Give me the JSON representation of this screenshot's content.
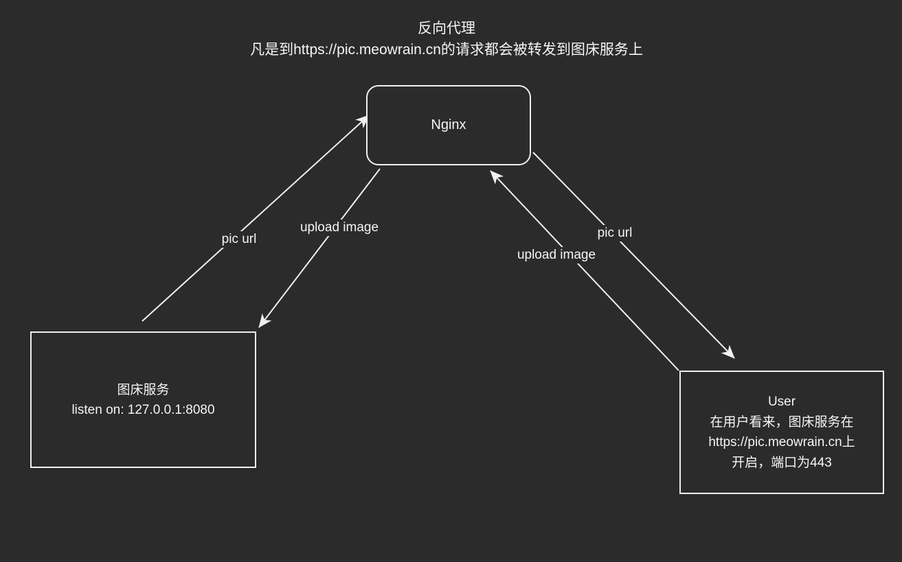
{
  "colors": {
    "background": "#2b2b2b",
    "stroke": "#f0f0f0",
    "text": "#f5f5f5"
  },
  "title": {
    "line1": "反向代理",
    "line2": "凡是到https://pic.meowrain.cn的请求都会被转发到图床服务上"
  },
  "nodes": {
    "nginx": {
      "label": "Nginx"
    },
    "image_host": {
      "name": "图床服务",
      "detail": "listen on: 127.0.0.1:8080"
    },
    "user": {
      "name": "User",
      "detail1": "在用户看来，图床服务在",
      "detail2": "https://pic.meowrain.cn上",
      "detail3": "开启，端口为443"
    }
  },
  "edges": {
    "image_host_to_nginx": {
      "label": "pic url"
    },
    "nginx_to_image_host": {
      "label": "upload image"
    },
    "user_to_nginx": {
      "label": "upload image"
    },
    "nginx_to_user": {
      "label": "pic url"
    }
  }
}
